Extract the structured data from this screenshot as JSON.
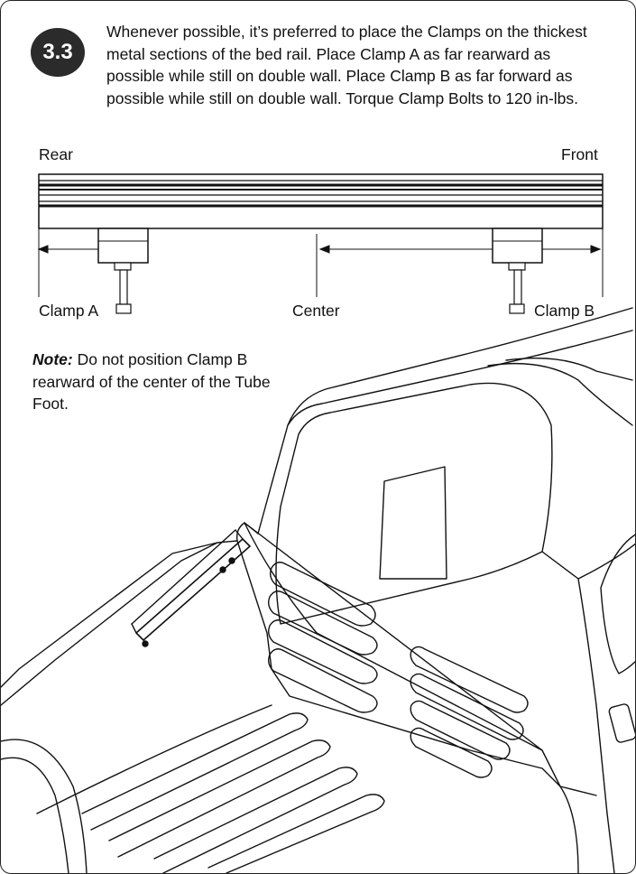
{
  "step": {
    "number": "3.3",
    "instruction": "Whenever possible, it’s preferred to place the Clamps on the thickest metal sections of the bed rail. Place Clamp A as far rearward as possible while still on double wall. Place Clamp B as far forward as possible while still on double wall. Torque Clamp Bolts to 120 in-lbs."
  },
  "diagram": {
    "rear_label": "Rear",
    "front_label": "Front",
    "clamp_a_label": "Clamp A",
    "center_label": "Center",
    "clamp_b_label": "Clamp B"
  },
  "note": {
    "prefix": "Note:",
    "text": " Do not position Clamp B rearward of the center of the Tube Foot."
  }
}
